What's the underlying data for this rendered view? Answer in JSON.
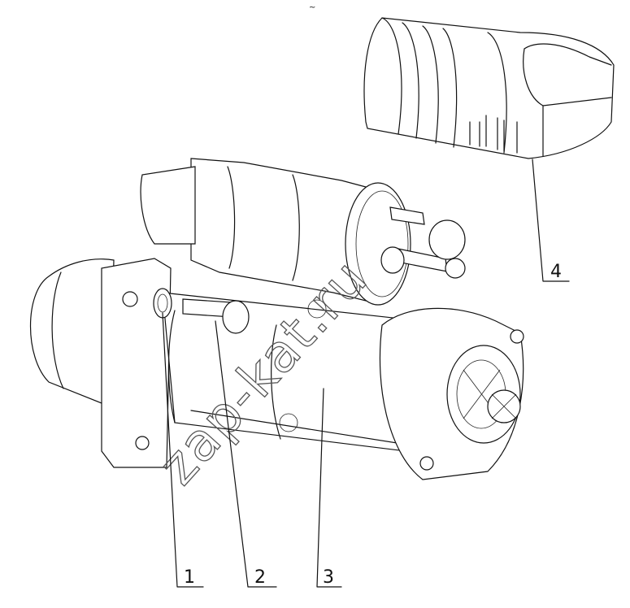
{
  "callouts": [
    {
      "id": "1",
      "text": "1"
    },
    {
      "id": "2",
      "text": "2"
    },
    {
      "id": "3",
      "text": "3"
    },
    {
      "id": "4",
      "text": "4"
    }
  ],
  "watermark": "zap-kat.ru",
  "top_mark": "~",
  "colors": {
    "line": "#111111",
    "background": "#ffffff",
    "watermark": "#555555"
  }
}
